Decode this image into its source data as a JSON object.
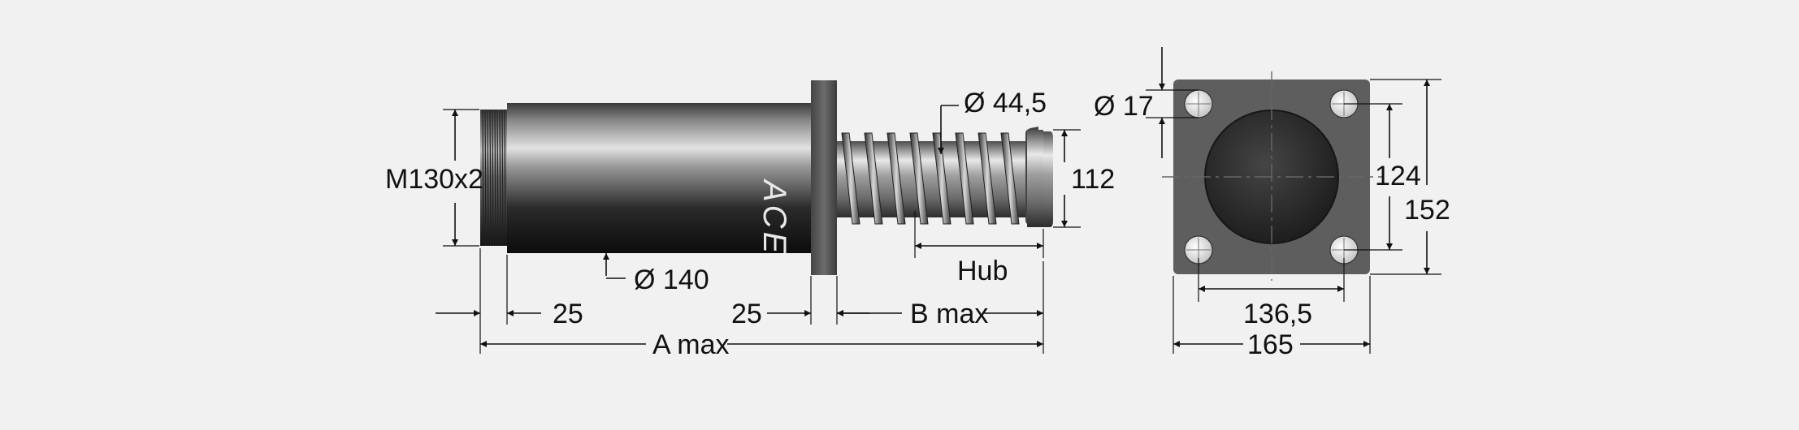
{
  "brand_label": "ACE",
  "colors": {
    "background": "#f0f1f0",
    "body_dark": "#1c1c1c",
    "body_light": "#d9d9d9",
    "flange": "#5e5e5e",
    "dimension_lines": "#111111"
  },
  "side_view": {
    "thread_label": "M130x2",
    "diameter_body": "Ø 140",
    "diameter_spring": "Ø 44,5",
    "height_112": "112",
    "stroke_label": "Hub",
    "length_25_left": "25",
    "length_25_right": "25",
    "b_max": "B max",
    "a_max": "A max"
  },
  "front_view": {
    "hole_diameter": "Ø 17",
    "hole_pitch_vertical": "124",
    "flange_height": "152",
    "hole_pitch_horizontal": "136,5",
    "flange_width": "165"
  }
}
